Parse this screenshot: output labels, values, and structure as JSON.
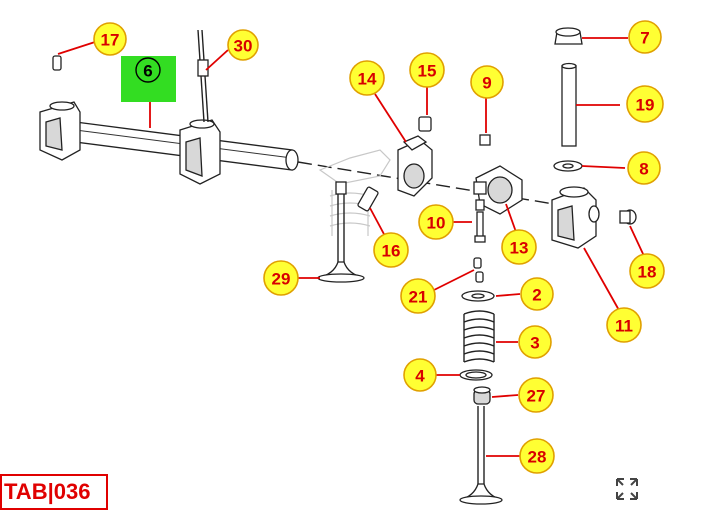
{
  "tab_label": "TAB|036",
  "highlighted_part": "6",
  "callouts": {
    "c17": "17",
    "c30": "30",
    "c14": "14",
    "c15": "15",
    "c9": "9",
    "c7": "7",
    "c19": "19",
    "c8": "8",
    "c10": "10",
    "c13": "13",
    "c16": "16",
    "c29": "29",
    "c18": "18",
    "c11": "11",
    "c21": "21",
    "c2": "2",
    "c3": "3",
    "c4": "4",
    "c27": "27",
    "c28": "28"
  },
  "colors": {
    "callout_fill": "#ffff33",
    "callout_text": "#d80000",
    "leader": "#e00000",
    "highlight_box": "#33dd22",
    "tab_border": "#e00000"
  },
  "icons": {
    "fullscreen": "expand-arrows-icon"
  }
}
